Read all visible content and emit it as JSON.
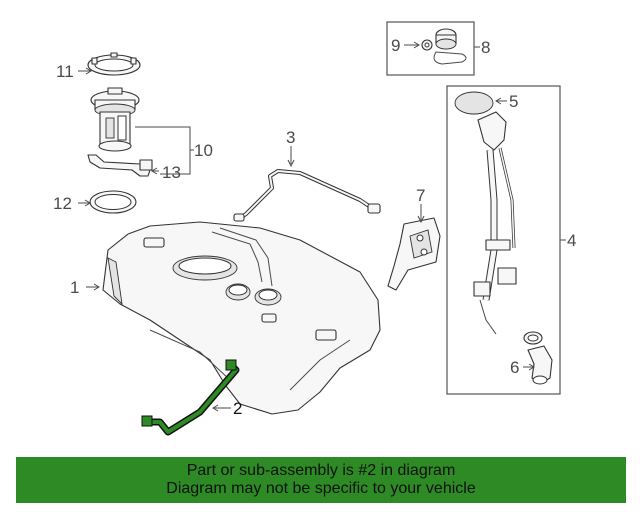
{
  "callouts": {
    "c1": "1",
    "c2": "2",
    "c3": "3",
    "c4": "4",
    "c5": "5",
    "c6": "6",
    "c7": "7",
    "c8": "8",
    "c9": "9",
    "c10": "10",
    "c11": "11",
    "c12": "12",
    "c13": "13"
  },
  "highlight": {
    "part": "2",
    "color": "#2d8a24"
  },
  "banner": {
    "line1": "Part or sub-assembly is #2 in diagram",
    "line2": "Diagram may not be specific to your vehicle",
    "background": "#2d8a24"
  }
}
